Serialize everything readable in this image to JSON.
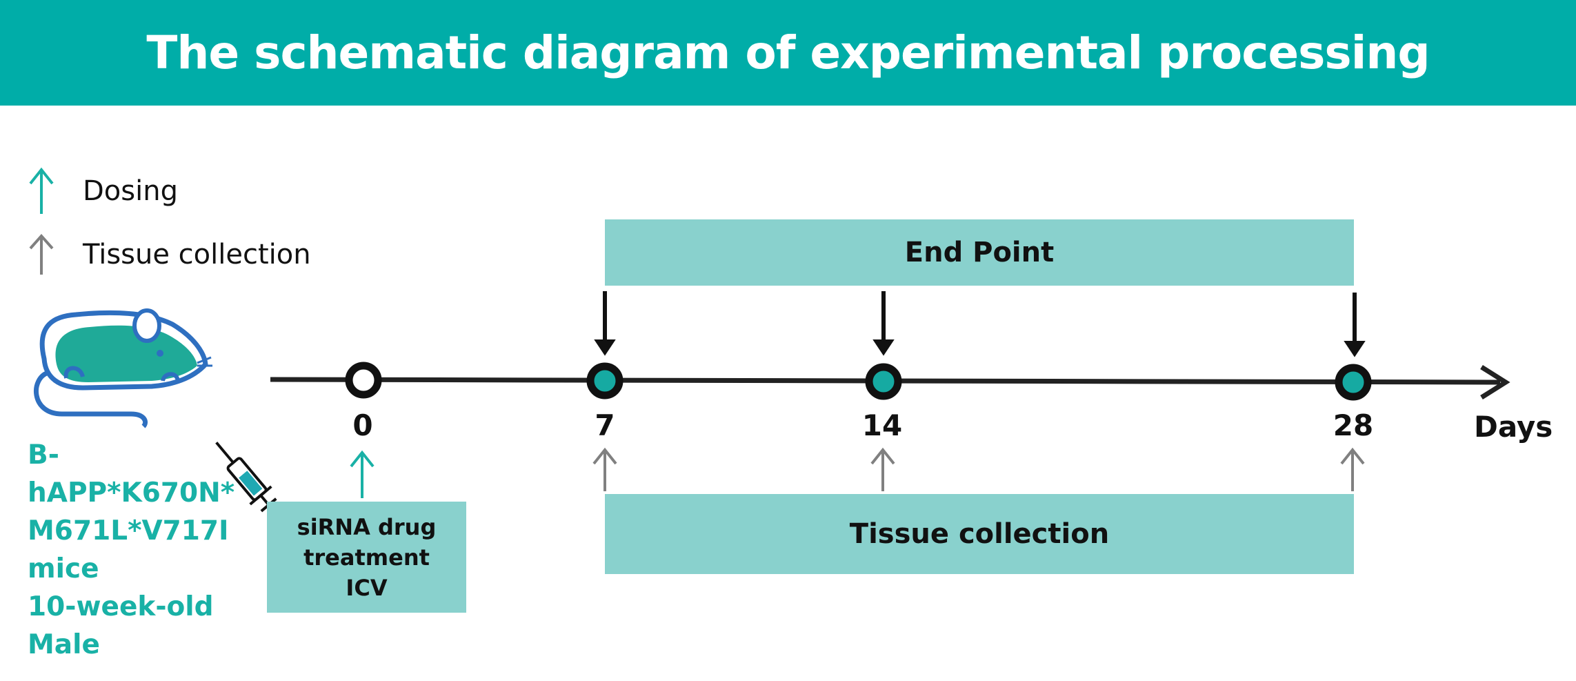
{
  "title": "The schematic diagram of experimental processing",
  "legend": {
    "dosing_label": "Dosing",
    "tissue_label": "Tissue collection"
  },
  "mouse": {
    "lines": [
      "B-",
      "hAPP*K670N*",
      "M671L*V717I",
      "mice",
      "10-week-old",
      "Male"
    ]
  },
  "timeline": {
    "days": [
      "0",
      "7",
      "14",
      "28"
    ],
    "unit": "Days"
  },
  "end_point_label": "End Point",
  "tissue_collection_label": "Tissue collection",
  "treatment": {
    "line1": "siRNA drug",
    "line2": "treatment",
    "line3": "ICV"
  },
  "colors": {
    "teal": "#00ada8",
    "light_teal": "#89d1cd",
    "dosing_arrow": "#19b1a6",
    "tissue_arrow": "#808080",
    "mouse_blue": "#2e6fc0",
    "mouse_fill": "#1faa98"
  }
}
